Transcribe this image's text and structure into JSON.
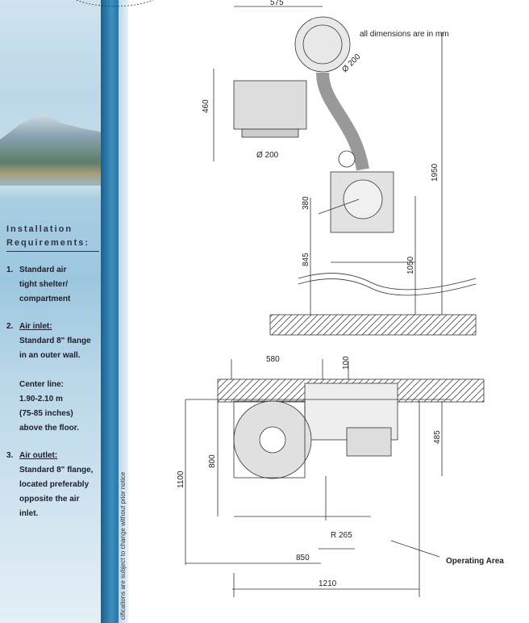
{
  "sidebar": {
    "title_line1": "Installation",
    "title_line2": "Requirements:",
    "items": [
      {
        "num": "1.",
        "lines": [
          "Standard air",
          "tight shelter/",
          "compartment"
        ]
      },
      {
        "num": "2.",
        "heading": "Air inlet:",
        "lines": [
          "Standard 8\" flange",
          "in an outer wall."
        ],
        "extra": [
          "Center line:",
          "1.90-2.10 m",
          "(75-85 inches)",
          "above the floor."
        ]
      },
      {
        "num": "3.",
        "heading": "Air outlet:",
        "lines": [
          "Standard 8\" flange,",
          "located preferably",
          "opposite the air",
          "inlet."
        ]
      }
    ]
  },
  "disclaimer": "cifications are subject to change without prior notice",
  "drawing": {
    "note": "all dimensions are in mm",
    "d575": "575",
    "dia1": "Ø 200",
    "dia2": "Ø 200",
    "d460": "460",
    "d1950": "1950",
    "d380": "380",
    "d845": "845",
    "d1050": "1050",
    "d580": "580",
    "d100": "100",
    "d485": "485",
    "d800": "800",
    "d1100": "1100",
    "r265": "R 265",
    "d850": "850",
    "d1210": "1210",
    "operating_area": "Operating Area"
  }
}
